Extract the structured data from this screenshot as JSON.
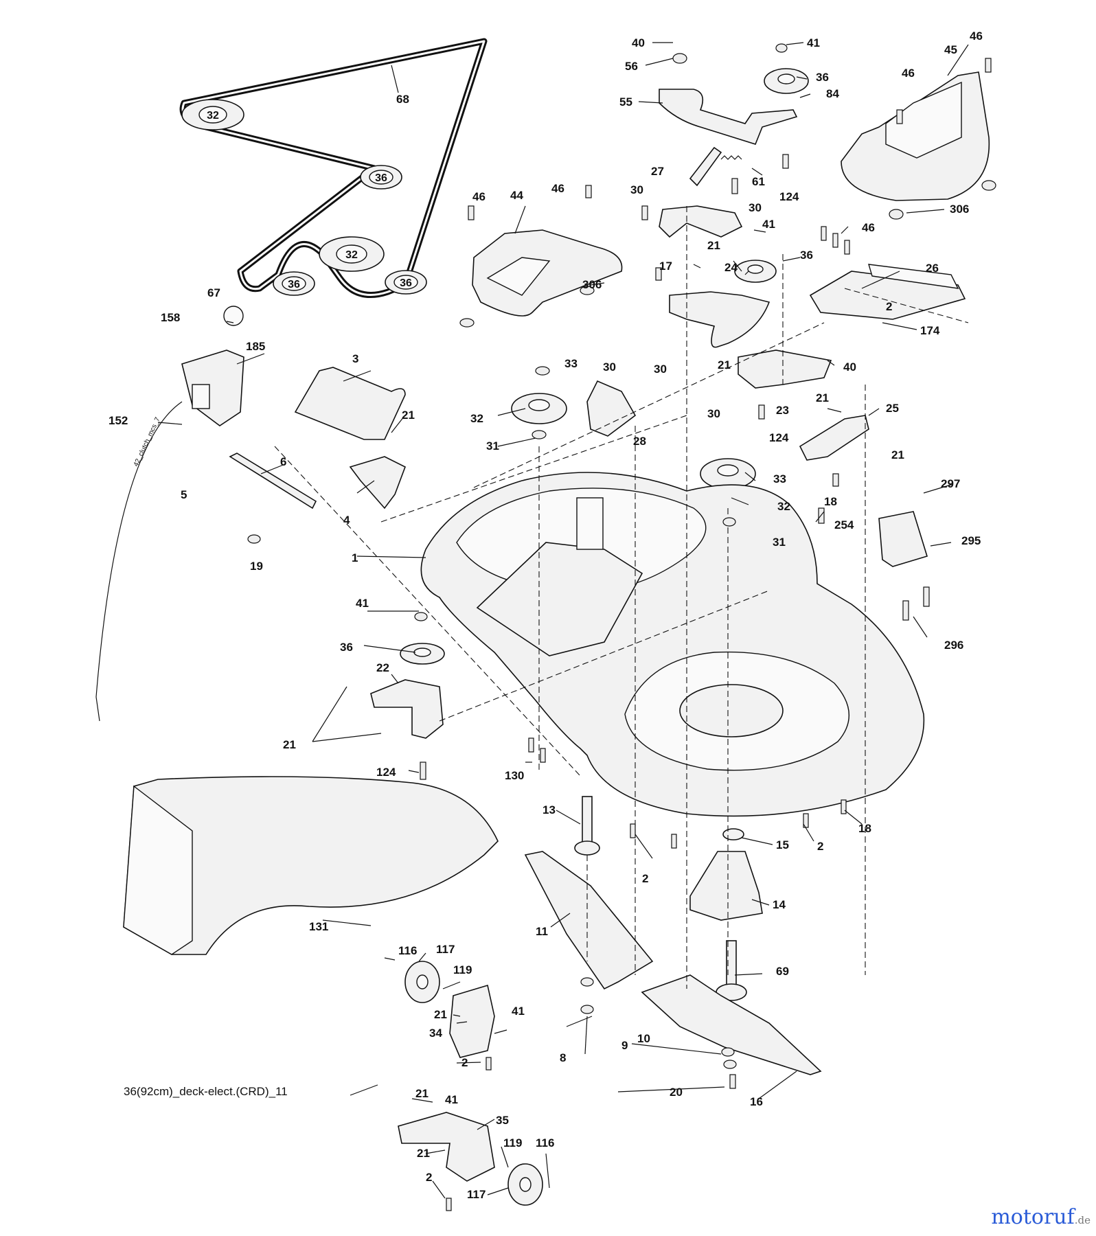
{
  "diagram": {
    "caption": "36(92cm)_deck-elect.(CRD)_11",
    "cable_text": "42_clutch_mcs_7",
    "watermark": {
      "main": "motoruf",
      "suffix": ".de"
    },
    "callouts": [
      "40",
      "41",
      "46",
      "56",
      "36",
      "45",
      "84",
      "55",
      "46",
      "68",
      "27",
      "61",
      "124",
      "30",
      "30",
      "306",
      "44",
      "46",
      "46",
      "41",
      "46",
      "36",
      "17",
      "21",
      "24",
      "26",
      "2",
      "67",
      "306",
      "158",
      "185",
      "21",
      "40",
      "174",
      "3",
      "33",
      "30",
      "30",
      "21",
      "32",
      "23",
      "25",
      "21",
      "21",
      "28",
      "30",
      "124",
      "152",
      "31",
      "6",
      "33",
      "297",
      "5",
      "4",
      "18",
      "32",
      "254",
      "295",
      "19",
      "31",
      "1",
      "41",
      "36",
      "296",
      "22",
      "21",
      "124",
      "130",
      "13",
      "18",
      "2",
      "15",
      "2",
      "14",
      "131",
      "11",
      "116",
      "117",
      "69",
      "119",
      "21",
      "41",
      "34",
      "8",
      "10",
      "9",
      "2",
      "20",
      "16",
      "21",
      "41",
      "35",
      "21",
      "119",
      "116",
      "2",
      "117"
    ],
    "pulley_labels": [
      "32",
      "36",
      "32",
      "36",
      "36"
    ],
    "colors": {
      "line": "#111111",
      "fill": "#f2f2f2",
      "watermark": "#2a5bd7"
    }
  }
}
